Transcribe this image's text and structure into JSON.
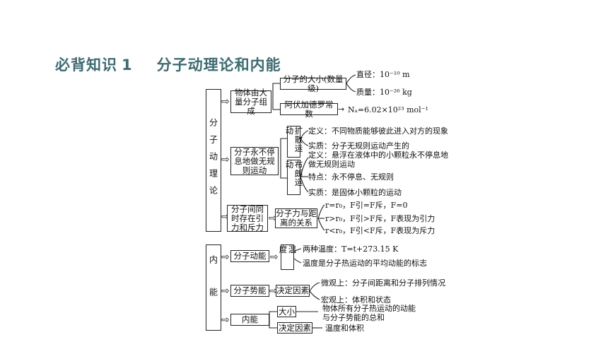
{
  "title": {
    "prefix": "必背知识",
    "number": "1",
    "heading": "分子动理论和内能"
  },
  "theory": {
    "label": "分子动理论",
    "composition": {
      "label": "物体由大量分子组成",
      "size": {
        "label": "分子的大小(数量级)",
        "diameter": "直径：10⁻¹⁰ m",
        "mass": "质量：10⁻²⁶ kg"
      },
      "avogadro": {
        "label": "阿伏加德罗常数",
        "value": "Nₐ=6.02×10²³ mol⁻¹"
      }
    },
    "motion": {
      "label": "分子永不停息地做无规则运动",
      "diffusion": {
        "label": "扩散运动",
        "definition": "定义：不同物质能够彼此进入对方的现象",
        "essence": "实质：分子无规则运动产生的"
      },
      "brownian": {
        "label": "布朗运动",
        "definition": "定义：悬浮在液体中的小颗粒永不停息地做无规则运动",
        "feature": "特点：永不停息、无规则",
        "essence": "实质：是固体小颗粒的运动"
      }
    },
    "force": {
      "label": "分子间同时存在引力和斥力",
      "relation": {
        "label": "分子力与距离的关系",
        "eq": "r=r₀，F引=F斥，F=0",
        "gt": "r>r₀，F引>F斥，F表现为引力",
        "lt": "r<r₀，F引<F斥，F表现为斥力"
      }
    }
  },
  "internal": {
    "label": "内能",
    "kinetic": {
      "label": "分子动能",
      "temperature": {
        "label": "温度",
        "scales": "两种温度：T=t+273.15 K",
        "meaning": "温度是分子热运动的平均动能的标志"
      }
    },
    "potential": {
      "label": "分子势能",
      "factors": {
        "label": "决定因素",
        "micro": "微观上：分子间距离和分子排列情况",
        "macro": "宏观上：体积和状态"
      }
    },
    "energy": {
      "label": "内能",
      "size": {
        "label": "大小",
        "text": "物体所有分子热运动的动能与分子势能的总和"
      },
      "factors": {
        "label": "决定因素",
        "text": "温度和体积"
      }
    }
  }
}
